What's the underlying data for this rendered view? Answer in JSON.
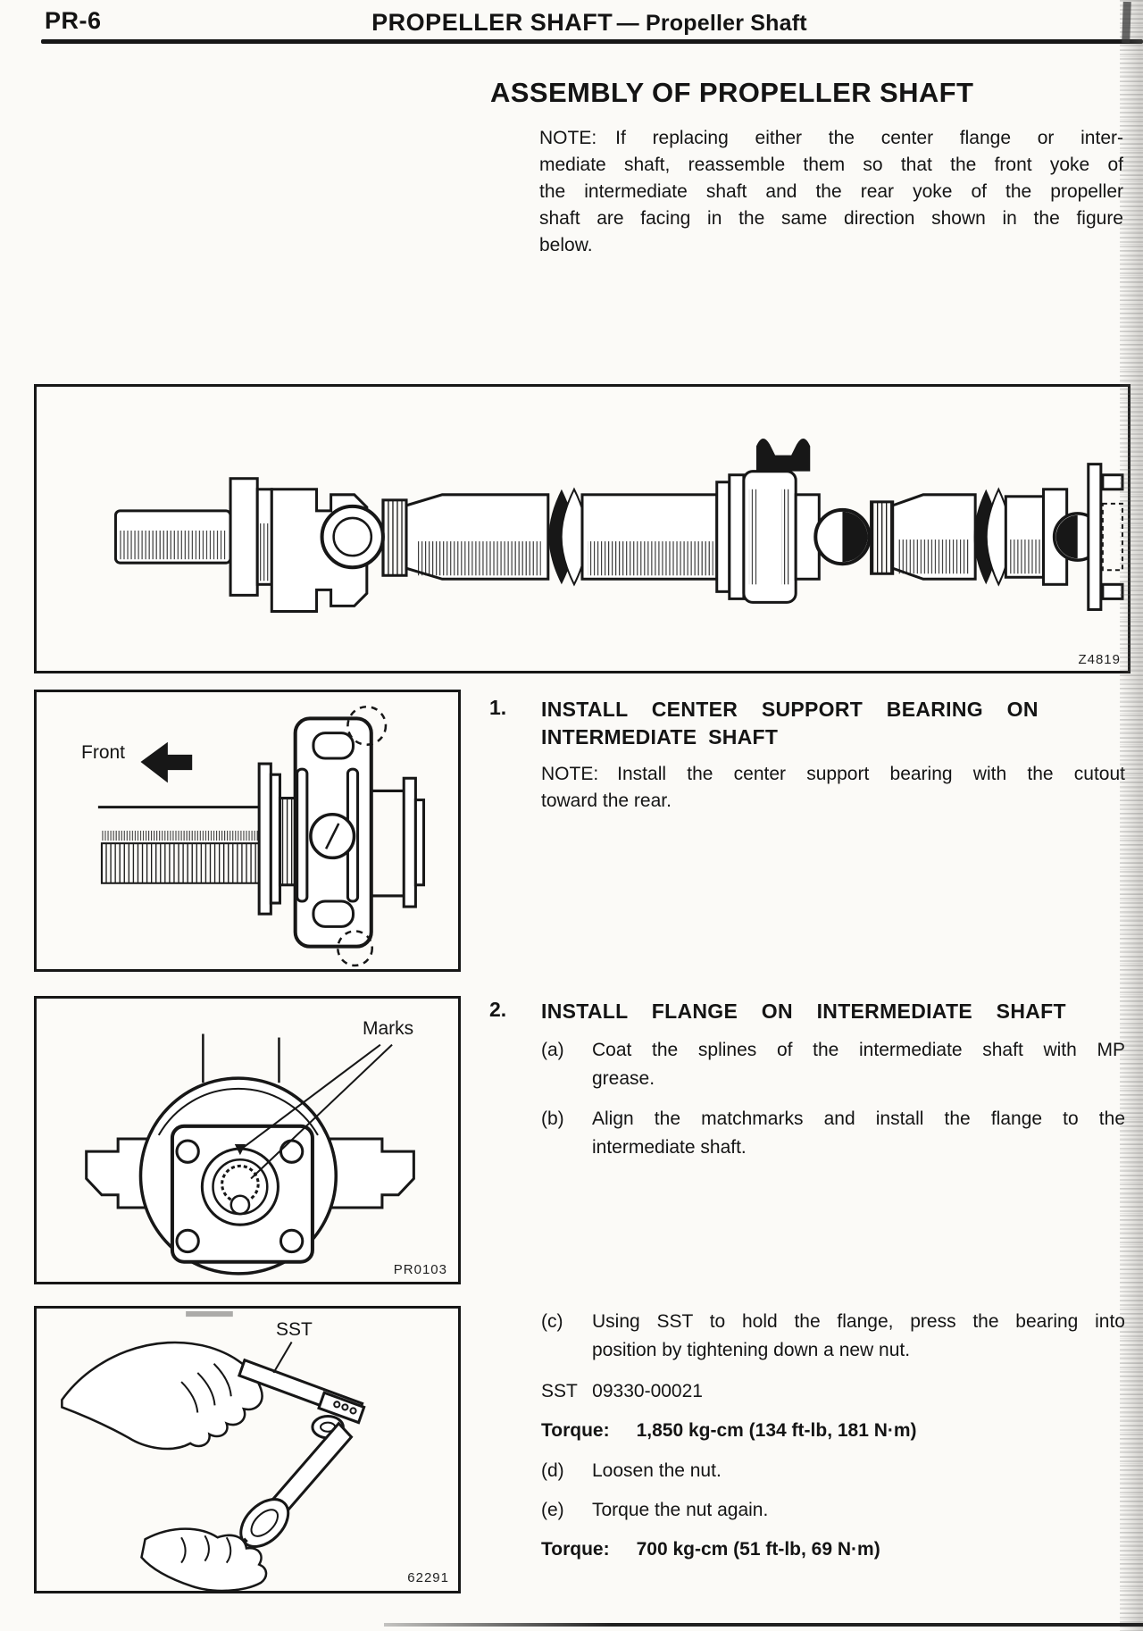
{
  "colors": {
    "ink": "#171717",
    "paper": "#fbfaf7"
  },
  "header": {
    "page_code": "PR-6",
    "title": "PROPELLER SHAFT",
    "subtitle": "— Propeller Shaft"
  },
  "section": {
    "title": "ASSEMBLY OF PROPELLER SHAFT"
  },
  "intro_note": {
    "lines": [
      "NOTE: If replacing either the center flange or inter-",
      "mediate shaft, reassemble them so that the front yoke of",
      "the intermediate shaft and the rear yoke of the propeller",
      "shaft are facing in the same direction shown in the figure",
      "below."
    ]
  },
  "figures": {
    "overview": {
      "code": "Z4819"
    },
    "bearing": {
      "front_label": "Front"
    },
    "marks": {
      "marks_label": "Marks",
      "code": "PR0103"
    },
    "sst": {
      "sst_label": "SST",
      "code": "62291"
    }
  },
  "steps": {
    "step1": {
      "number": "1.",
      "title_lines": [
        "INSTALL CENTER SUPPORT BEARING ON",
        "INTERMEDIATE SHAFT"
      ],
      "note_lines": [
        "NOTE: Install the center support bearing with the cutout",
        "toward the rear."
      ]
    },
    "step2": {
      "number": "2.",
      "title": "INSTALL FLANGE ON INTERMEDIATE SHAFT",
      "sub_a": {
        "label": "(a)",
        "lines": [
          "Coat the splines of the intermediate shaft with MP",
          "grease."
        ]
      },
      "sub_b": {
        "label": "(b)",
        "lines": [
          "Align the matchmarks and install the flange to the",
          "intermediate shaft."
        ]
      },
      "sub_c": {
        "label": "(c)",
        "lines": [
          "Using SST to hold the flange, press the bearing into",
          "position by tightening down a new nut."
        ]
      },
      "sst_ref": "SST  09330-00021",
      "torque_high": {
        "label": "Torque:",
        "value": "1,850 kg-cm (134 ft-lb, 181 N·m)"
      },
      "sub_d": {
        "label": "(d)",
        "text": "Loosen the nut."
      },
      "sub_e": {
        "label": "(e)",
        "text": "Torque the nut again."
      },
      "torque_low": {
        "label": "Torque:",
        "value": "700 kg-cm (51 ft-lb, 69 N·m)"
      }
    }
  }
}
